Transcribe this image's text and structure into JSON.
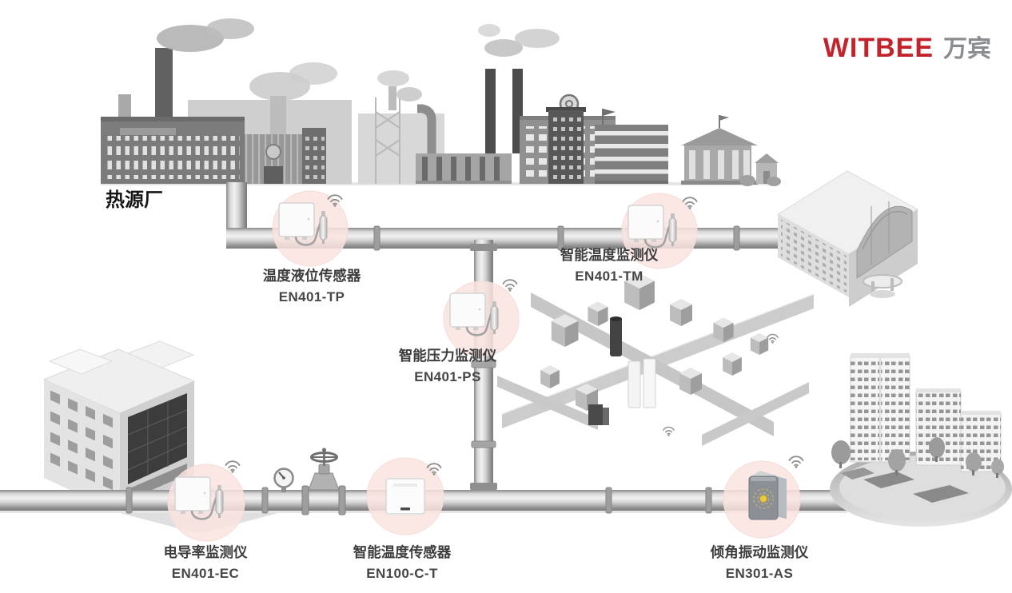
{
  "logo": {
    "brand": "WITBEE",
    "suffix": "万宾"
  },
  "scene": {
    "heat_source_label": "热源厂"
  },
  "sensors": [
    {
      "name": "温度液位传感器",
      "model": "EN401-TP"
    },
    {
      "name": "智能温度监测仪",
      "model": "EN401-TM"
    },
    {
      "name": "智能压力监测仪",
      "model": "EN401-PS"
    },
    {
      "name": "电导率监测仪",
      "model": "EN401-EC"
    },
    {
      "name": "智能温度传感器",
      "model": "EN100-C-T"
    },
    {
      "name": "倾角振动监测仪",
      "model": "EN301-AS"
    }
  ],
  "icons": {
    "wifi": "wifi-icon"
  },
  "colors": {
    "brand_red": "#C3232B",
    "logo_gray": "#8A8D90",
    "halo_pink": "#F9E7E5",
    "pipe_gray": "#9A9A9A",
    "label_text": "#3D3D3D",
    "indicator_yellow": "#E9C93D"
  }
}
